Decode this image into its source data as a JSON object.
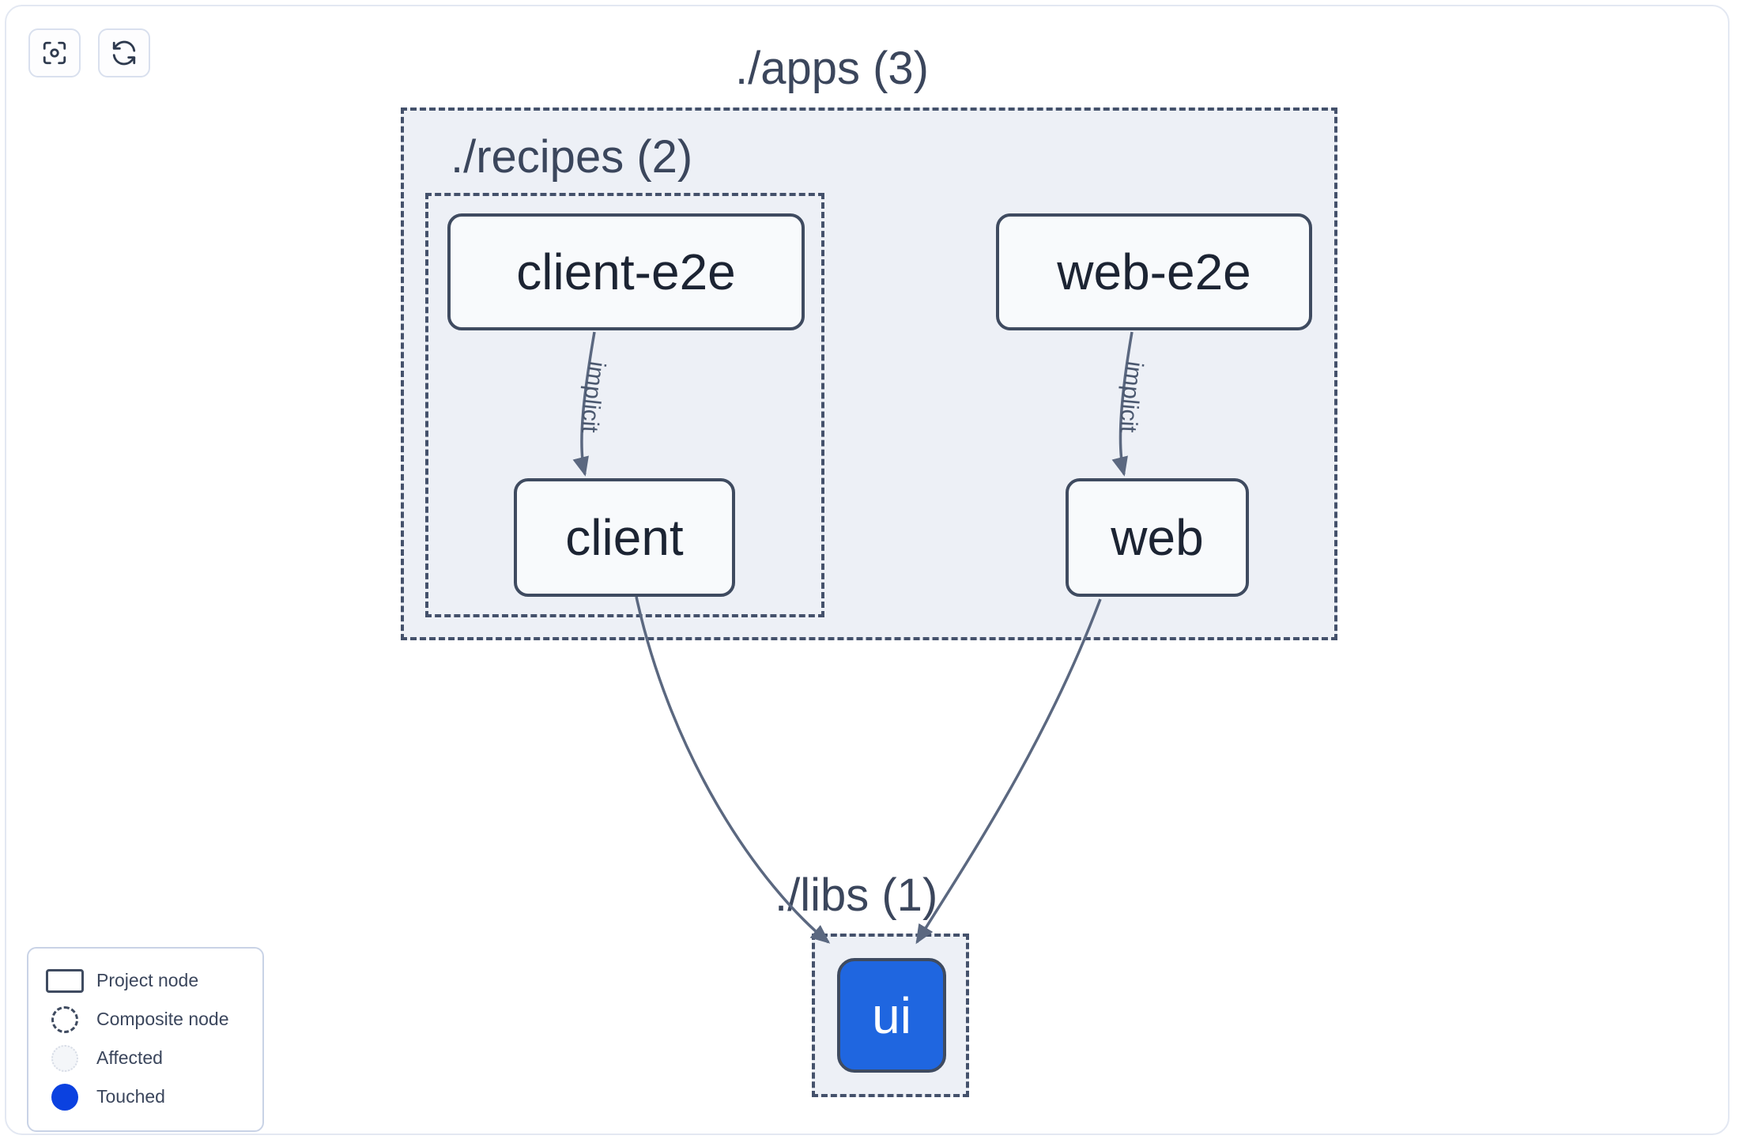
{
  "toolbar": {
    "buttons": [
      {
        "name": "focus-graph-button",
        "icon": "focus-target-icon",
        "title": "Focus graph"
      },
      {
        "name": "refresh-graph-button",
        "icon": "refresh-icon",
        "title": "Refresh graph"
      }
    ]
  },
  "graph": {
    "groups": [
      {
        "id": "apps",
        "label": "./apps (3)",
        "count": 3
      },
      {
        "id": "recipes",
        "label": "./recipes (2)",
        "count": 2
      },
      {
        "id": "libs",
        "label": "./libs (1)",
        "count": 1
      }
    ],
    "nodes": [
      {
        "id": "client-e2e",
        "label": "client-e2e",
        "group": "recipes",
        "state": "project"
      },
      {
        "id": "client",
        "label": "client",
        "group": "recipes",
        "state": "project"
      },
      {
        "id": "web-e2e",
        "label": "web-e2e",
        "group": "apps",
        "state": "project"
      },
      {
        "id": "web",
        "label": "web",
        "group": "apps",
        "state": "project"
      },
      {
        "id": "ui",
        "label": "ui",
        "group": "libs",
        "state": "touched"
      }
    ],
    "edges": [
      {
        "from": "client-e2e",
        "to": "client",
        "label": "implicit"
      },
      {
        "from": "web-e2e",
        "to": "web",
        "label": "implicit"
      },
      {
        "from": "client",
        "to": "ui",
        "label": ""
      },
      {
        "from": "web",
        "to": "ui",
        "label": ""
      }
    ]
  },
  "legend": {
    "items": [
      {
        "label": "Project node",
        "swatch": "rect-outline"
      },
      {
        "label": "Composite node",
        "swatch": "dashed-circle"
      },
      {
        "label": "Affected",
        "swatch": "affected-circle"
      },
      {
        "label": "Touched",
        "swatch": "solid-circle"
      }
    ]
  },
  "colors": {
    "touched": "#0b41e0",
    "node_border": "#3f4b60",
    "group_fill": "#edf0f6",
    "group_border": "#44516b",
    "text": "#1c2433",
    "label_text": "#3b465c",
    "edge": "#5b6880"
  }
}
